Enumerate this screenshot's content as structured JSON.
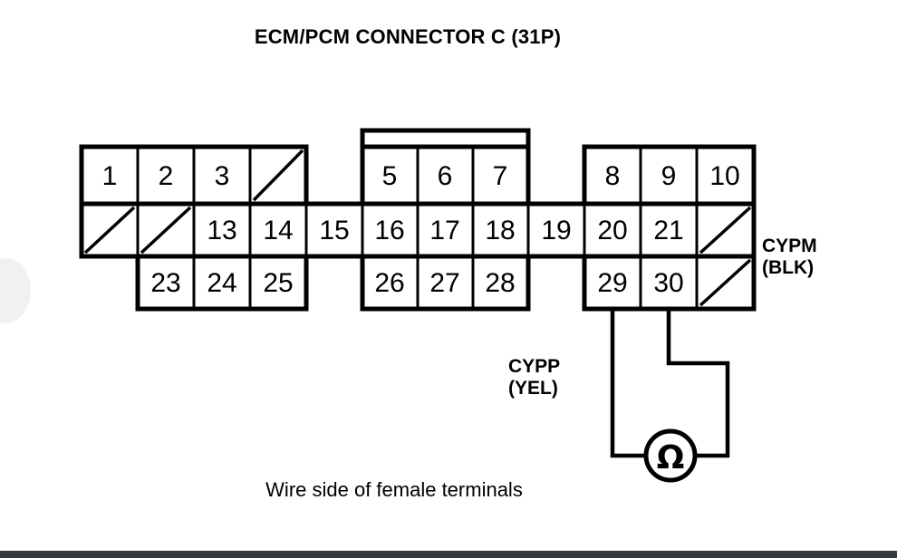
{
  "title": "ECM/PCM CONNECTOR C (31P)",
  "caption": "Wire side of female terminals",
  "colors": {
    "ink": "#000000",
    "background": "#ffffff",
    "bottom_bar": "#343a40",
    "scan_artifact": "#f1f1f3"
  },
  "connector": {
    "name": "ECM/PCM CONNECTOR C",
    "pin_count_label": "(31P)",
    "orientation": "Wire side of female terminals",
    "grid": {
      "columns": 12,
      "rows": 3,
      "row1": [
        "1",
        "2",
        "3",
        "blank-diagonal",
        "",
        "5",
        "6",
        "7",
        "",
        "8",
        "9",
        "10"
      ],
      "row2": [
        "blank-diagonal",
        "blank-diagonal",
        "13",
        "14",
        "15",
        "16",
        "17",
        "18",
        "19",
        "20",
        "21",
        "blank-diagonal"
      ],
      "row3": [
        "",
        "23",
        "24",
        "25",
        "",
        "26",
        "27",
        "28",
        "",
        "29",
        "30",
        "blank-diagonal"
      ]
    },
    "terminal_numbers": [
      "1",
      "2",
      "3",
      "5",
      "6",
      "7",
      "8",
      "9",
      "10",
      "13",
      "14",
      "15",
      "16",
      "17",
      "18",
      "19",
      "20",
      "21",
      "23",
      "24",
      "25",
      "26",
      "27",
      "28",
      "29",
      "30"
    ]
  },
  "labels": {
    "cypm": {
      "name": "CYPM",
      "color_code": "(BLK)"
    },
    "cypp": {
      "name": "CYPP",
      "color_code": "(YEL)"
    }
  },
  "meter": {
    "symbol": "Ω",
    "type": "ohmmeter",
    "probe_terminals": [
      "29",
      "30"
    ]
  }
}
